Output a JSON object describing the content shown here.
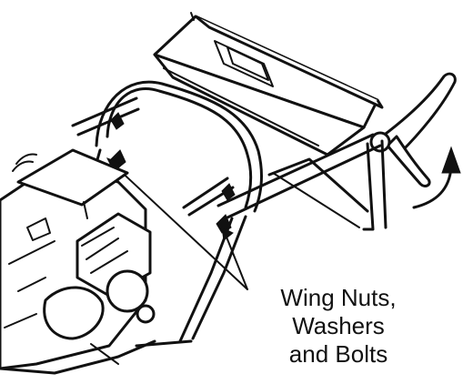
{
  "callout": {
    "lines": [
      "Wing Nuts,",
      "Washers",
      "and Bolts"
    ]
  },
  "colors": {
    "ink": "#111111",
    "paper": "#ffffff"
  },
  "icons": [
    "wing-nut-icon",
    "rotation-arrow-icon"
  ]
}
